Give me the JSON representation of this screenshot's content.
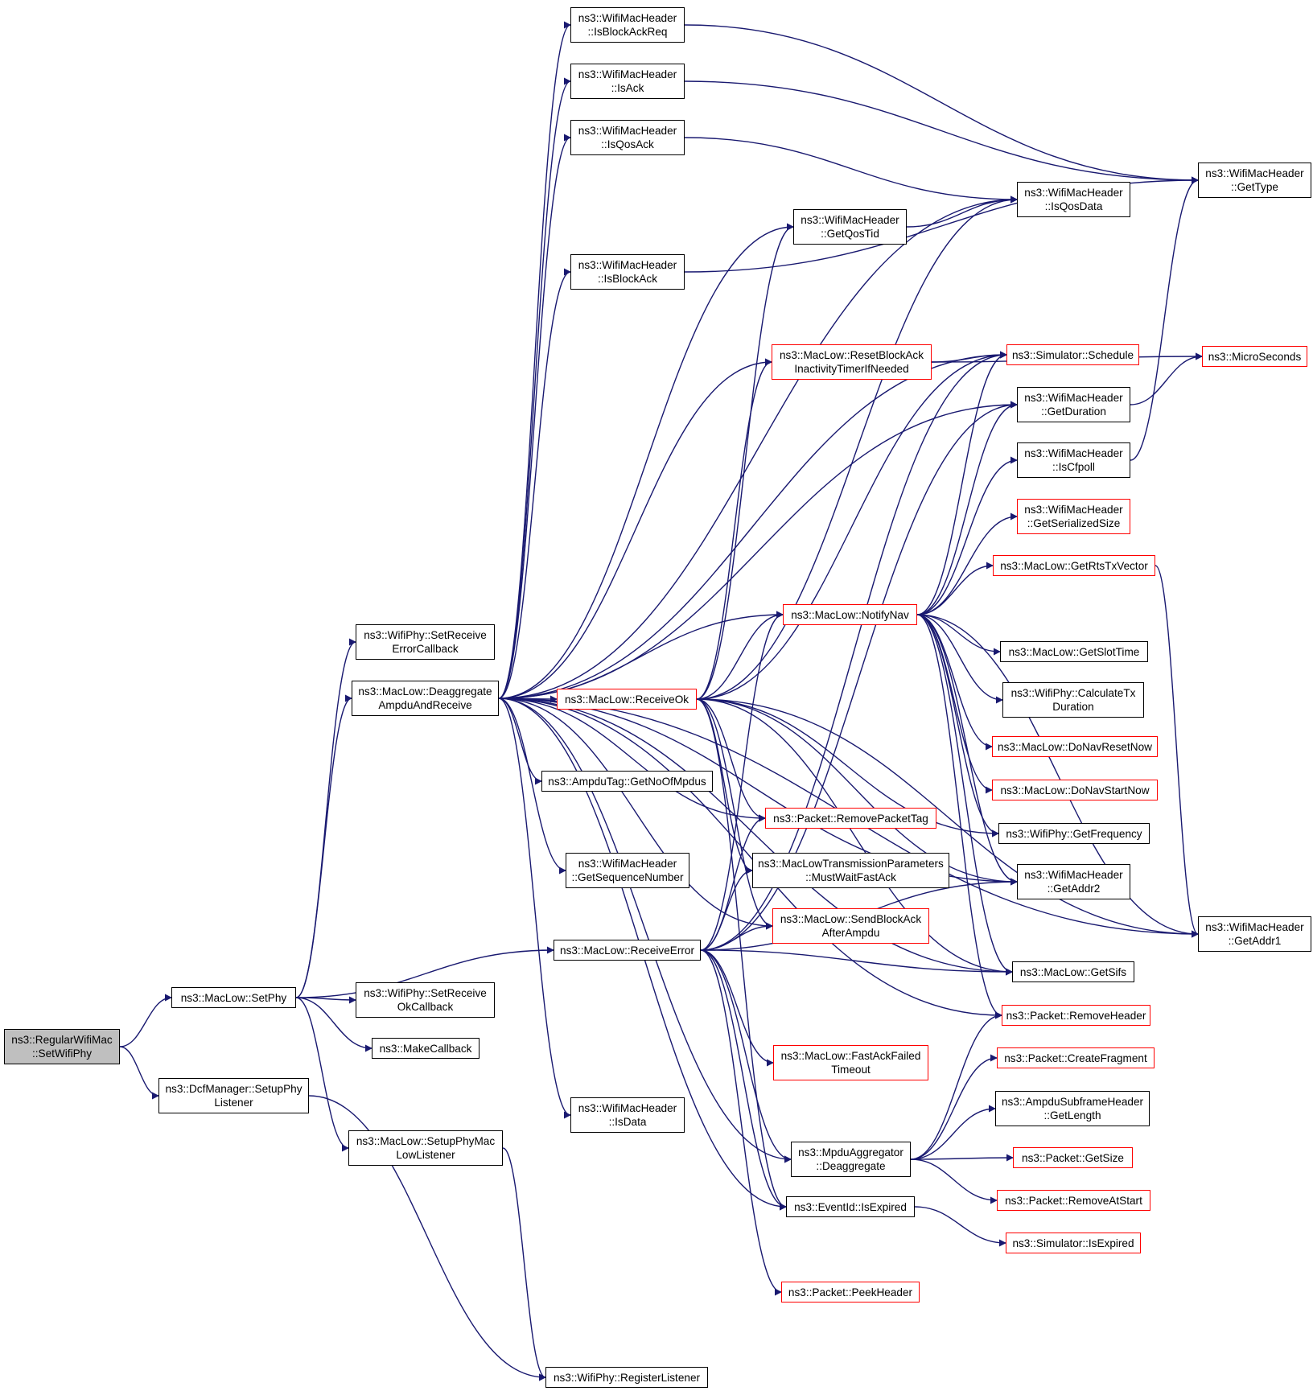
{
  "colors": {
    "edge": "#191970",
    "border": "#000000",
    "highlight_border": "#ff0000",
    "root_fill": "#bfbfbf",
    "fill": "#ffffff"
  },
  "nodes": [
    {
      "id": "root",
      "lines": [
        "ns3::RegularWifiMac",
        "::SetWifiPhy"
      ],
      "style": "root"
    },
    {
      "id": "setphy",
      "lines": [
        "ns3::MacLow::SetPhy"
      ]
    },
    {
      "id": "dcf",
      "lines": [
        "ns3::DcfManager::SetupPhy",
        "Listener"
      ]
    },
    {
      "id": "seterr",
      "lines": [
        "ns3::WifiPhy::SetReceive",
        "ErrorCallback"
      ]
    },
    {
      "id": "deagg",
      "lines": [
        "ns3::MacLow::Deaggregate",
        "AmpduAndReceive"
      ]
    },
    {
      "id": "setok",
      "lines": [
        "ns3::WifiPhy::SetReceive",
        "OkCallback"
      ]
    },
    {
      "id": "makecb",
      "lines": [
        "ns3::MakeCallback"
      ]
    },
    {
      "id": "setupphymac",
      "lines": [
        "ns3::MacLow::SetupPhyMac",
        "LowListener"
      ]
    },
    {
      "id": "reglist",
      "lines": [
        "ns3::WifiPhy::RegisterListener"
      ]
    },
    {
      "id": "isbar",
      "lines": [
        "ns3::WifiMacHeader",
        "::IsBlockAckReq"
      ]
    },
    {
      "id": "isack",
      "lines": [
        "ns3::WifiMacHeader",
        "::IsAck"
      ]
    },
    {
      "id": "isqosack",
      "lines": [
        "ns3::WifiMacHeader",
        "::IsQosAck"
      ]
    },
    {
      "id": "isblockack",
      "lines": [
        "ns3::WifiMacHeader",
        "::IsBlockAck"
      ]
    },
    {
      "id": "getqostid",
      "lines": [
        "ns3::WifiMacHeader",
        "::GetQosTid"
      ]
    },
    {
      "id": "isqosdata",
      "lines": [
        "ns3::WifiMacHeader",
        "::IsQosData"
      ]
    },
    {
      "id": "gettype",
      "lines": [
        "ns3::WifiMacHeader",
        "::GetType"
      ]
    },
    {
      "id": "resetba",
      "lines": [
        "ns3::MacLow::ResetBlockAck",
        "InactivityTimerIfNeeded"
      ],
      "style": "red"
    },
    {
      "id": "schedule",
      "lines": [
        "ns3::Simulator::Schedule"
      ],
      "style": "red"
    },
    {
      "id": "micro",
      "lines": [
        "ns3::MicroSeconds"
      ],
      "style": "red"
    },
    {
      "id": "getdur",
      "lines": [
        "ns3::WifiMacHeader",
        "::GetDuration"
      ]
    },
    {
      "id": "iscfpoll",
      "lines": [
        "ns3::WifiMacHeader",
        "::IsCfpoll"
      ]
    },
    {
      "id": "getser",
      "lines": [
        "ns3::WifiMacHeader",
        "::GetSerializedSize"
      ],
      "style": "red"
    },
    {
      "id": "getrts",
      "lines": [
        "ns3::MacLow::GetRtsTxVector"
      ],
      "style": "red"
    },
    {
      "id": "notifynav",
      "lines": [
        "ns3::MacLow::NotifyNav"
      ],
      "style": "red"
    },
    {
      "id": "getslot",
      "lines": [
        "ns3::MacLow::GetSlotTime"
      ]
    },
    {
      "id": "calctx",
      "lines": [
        "ns3::WifiPhy::CalculateTx",
        "Duration"
      ]
    },
    {
      "id": "navreset",
      "lines": [
        "ns3::MacLow::DoNavResetNow"
      ],
      "style": "red"
    },
    {
      "id": "navstart",
      "lines": [
        "ns3::MacLow::DoNavStartNow"
      ],
      "style": "red"
    },
    {
      "id": "getfreq",
      "lines": [
        "ns3::WifiPhy::GetFrequency"
      ]
    },
    {
      "id": "recvok",
      "lines": [
        "ns3::MacLow::ReceiveOk"
      ],
      "style": "red"
    },
    {
      "id": "getnof",
      "lines": [
        "ns3::AmpduTag::GetNoOfMpdus"
      ]
    },
    {
      "id": "getseq",
      "lines": [
        "ns3::WifiMacHeader",
        "::GetSequenceNumber"
      ]
    },
    {
      "id": "rmtag",
      "lines": [
        "ns3::Packet::RemovePacketTag"
      ],
      "style": "red"
    },
    {
      "id": "mustwait",
      "lines": [
        "ns3::MacLowTransmissionParameters",
        "::MustWaitFastAck"
      ]
    },
    {
      "id": "sendba",
      "lines": [
        "ns3::MacLow::SendBlockAck",
        "AfterAmpdu"
      ],
      "style": "red"
    },
    {
      "id": "getaddr2",
      "lines": [
        "ns3::WifiMacHeader",
        "::GetAddr2"
      ]
    },
    {
      "id": "getaddr1",
      "lines": [
        "ns3::WifiMacHeader",
        "::GetAddr1"
      ]
    },
    {
      "id": "recverr",
      "lines": [
        "ns3::MacLow::ReceiveError"
      ]
    },
    {
      "id": "getsifs",
      "lines": [
        "ns3::MacLow::GetSifs"
      ]
    },
    {
      "id": "rmheader",
      "lines": [
        "ns3::Packet::RemoveHeader"
      ],
      "style": "red"
    },
    {
      "id": "fastack",
      "lines": [
        "ns3::MacLow::FastAckFailed",
        "Timeout"
      ],
      "style": "red"
    },
    {
      "id": "createfrag",
      "lines": [
        "ns3::Packet::CreateFragment"
      ],
      "style": "red"
    },
    {
      "id": "isdata",
      "lines": [
        "ns3::WifiMacHeader",
        "::IsData"
      ]
    },
    {
      "id": "subframe",
      "lines": [
        "ns3::AmpduSubframeHeader",
        "::GetLength"
      ]
    },
    {
      "id": "mpdudeagg",
      "lines": [
        "ns3::MpduAggregator",
        "::Deaggregate"
      ]
    },
    {
      "id": "getsize",
      "lines": [
        "ns3::Packet::GetSize"
      ],
      "style": "red"
    },
    {
      "id": "rmatstart",
      "lines": [
        "ns3::Packet::RemoveAtStart"
      ],
      "style": "red"
    },
    {
      "id": "eventexp",
      "lines": [
        "ns3::EventId::IsExpired"
      ]
    },
    {
      "id": "simexp",
      "lines": [
        "ns3::Simulator::IsExpired"
      ],
      "style": "red"
    },
    {
      "id": "peek",
      "lines": [
        "ns3::Packet::PeekHeader"
      ],
      "style": "red"
    }
  ],
  "edges": [
    [
      "root",
      "setphy"
    ],
    [
      "root",
      "dcf"
    ],
    [
      "setphy",
      "seterr"
    ],
    [
      "setphy",
      "deagg"
    ],
    [
      "setphy",
      "setok"
    ],
    [
      "setphy",
      "makecb"
    ],
    [
      "setphy",
      "setupphymac"
    ],
    [
      "setphy",
      "recverr"
    ],
    [
      "dcf",
      "reglist"
    ],
    [
      "setupphymac",
      "reglist"
    ],
    [
      "deagg",
      "isbar"
    ],
    [
      "deagg",
      "isack"
    ],
    [
      "deagg",
      "isqosack"
    ],
    [
      "deagg",
      "isblockack"
    ],
    [
      "deagg",
      "getqostid"
    ],
    [
      "deagg",
      "isqosdata"
    ],
    [
      "deagg",
      "resetba"
    ],
    [
      "deagg",
      "schedule"
    ],
    [
      "deagg",
      "getdur"
    ],
    [
      "deagg",
      "notifynav"
    ],
    [
      "deagg",
      "recvok"
    ],
    [
      "deagg",
      "getnof"
    ],
    [
      "deagg",
      "getseq"
    ],
    [
      "deagg",
      "rmtag"
    ],
    [
      "deagg",
      "sendba"
    ],
    [
      "deagg",
      "getaddr2"
    ],
    [
      "deagg",
      "getaddr1"
    ],
    [
      "deagg",
      "getsifs"
    ],
    [
      "deagg",
      "rmheader"
    ],
    [
      "deagg",
      "isdata"
    ],
    [
      "deagg",
      "mpdudeagg"
    ],
    [
      "deagg",
      "eventexp"
    ],
    [
      "isbar",
      "gettype"
    ],
    [
      "isack",
      "gettype"
    ],
    [
      "isqosack",
      "isqosdata"
    ],
    [
      "isblockack",
      "gettype"
    ],
    [
      "getqostid",
      "isqosdata"
    ],
    [
      "resetba",
      "schedule"
    ],
    [
      "resetba",
      "micro"
    ],
    [
      "getdur",
      "micro"
    ],
    [
      "iscfpoll",
      "gettype"
    ],
    [
      "recvok",
      "resetba"
    ],
    [
      "recvok",
      "notifynav"
    ],
    [
      "recvok",
      "getqostid"
    ],
    [
      "recvok",
      "isqosdata"
    ],
    [
      "recvok",
      "rmtag"
    ],
    [
      "recvok",
      "mustwait"
    ],
    [
      "recvok",
      "sendba"
    ],
    [
      "recvok",
      "getaddr2"
    ],
    [
      "recvok",
      "getaddr1"
    ],
    [
      "recvok",
      "getsifs"
    ],
    [
      "recvok",
      "getfreq"
    ],
    [
      "recvok",
      "schedule"
    ],
    [
      "recvok",
      "eventexp"
    ],
    [
      "notifynav",
      "getdur"
    ],
    [
      "notifynav",
      "iscfpoll"
    ],
    [
      "notifynav",
      "getser"
    ],
    [
      "notifynav",
      "getrts"
    ],
    [
      "notifynav",
      "getslot"
    ],
    [
      "notifynav",
      "calctx"
    ],
    [
      "notifynav",
      "navreset"
    ],
    [
      "notifynav",
      "navstart"
    ],
    [
      "notifynav",
      "getfreq"
    ],
    [
      "notifynav",
      "getaddr1"
    ],
    [
      "notifynav",
      "getsifs"
    ],
    [
      "notifynav",
      "schedule"
    ],
    [
      "notifynav",
      "rmheader"
    ],
    [
      "notifynav",
      "getaddr2"
    ],
    [
      "getrts",
      "getaddr1"
    ],
    [
      "recverr",
      "rmtag"
    ],
    [
      "recverr",
      "mustwait"
    ],
    [
      "recverr",
      "sendba"
    ],
    [
      "recverr",
      "getaddr2"
    ],
    [
      "recverr",
      "getsifs"
    ],
    [
      "recverr",
      "fastack"
    ],
    [
      "recverr",
      "mpdudeagg"
    ],
    [
      "recverr",
      "eventexp"
    ],
    [
      "recverr",
      "schedule"
    ],
    [
      "recverr",
      "getdur"
    ],
    [
      "recverr",
      "peek"
    ],
    [
      "recverr",
      "notifynav"
    ],
    [
      "mpdudeagg",
      "createfrag"
    ],
    [
      "mpdudeagg",
      "subframe"
    ],
    [
      "mpdudeagg",
      "getsize"
    ],
    [
      "mpdudeagg",
      "rmatstart"
    ],
    [
      "mpdudeagg",
      "rmheader"
    ],
    [
      "eventexp",
      "simexp"
    ]
  ]
}
